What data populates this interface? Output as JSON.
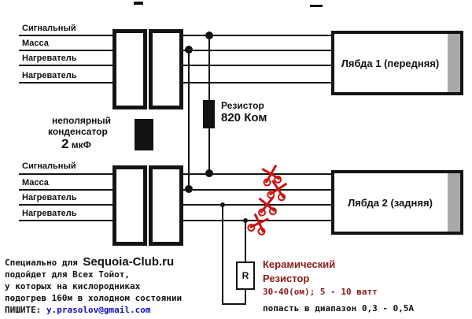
{
  "top": {
    "wires": [
      "Сигнальный",
      "Масса",
      "Нагреватель",
      "Нагреватель"
    ],
    "lambda": "Лябда 1 (передняя)"
  },
  "bottom": {
    "wires": [
      "Сигнальный",
      "Масса",
      "Нагреватель",
      "Нагреватель"
    ],
    "lambda": "Лябда 2 (задняя)"
  },
  "resistor820": {
    "name": "Резистор",
    "value": "820 Ком"
  },
  "capacitor": {
    "line1": "неполярный",
    "line2": "конденсатор",
    "value": "2",
    "unit": " мкФ"
  },
  "ceramic": {
    "symbol": "R",
    "line1": "Керамический",
    "line2": "Резистор",
    "spec": "30-40(ом); 5 - 10 ватт",
    "note": "попасть в диапазон 0,3 - 0,5А"
  },
  "footer": {
    "lead": "Специально для ",
    "brand": "Sequoia-Club.ru",
    "line2": "подойдет для Всех Тойот,",
    "line3": "у которых на кислородниках",
    "line4": "подогрев 160м в холодном состоянии",
    "contact": "ПИШИТЕ: ",
    "email": "y.prasolov@gmail.com"
  },
  "colors": {
    "cut_red": "#cc1111",
    "maroon": "#8b1a1a",
    "stripe_gray": "#a9a9a9",
    "email_blue": "#1111bb"
  }
}
